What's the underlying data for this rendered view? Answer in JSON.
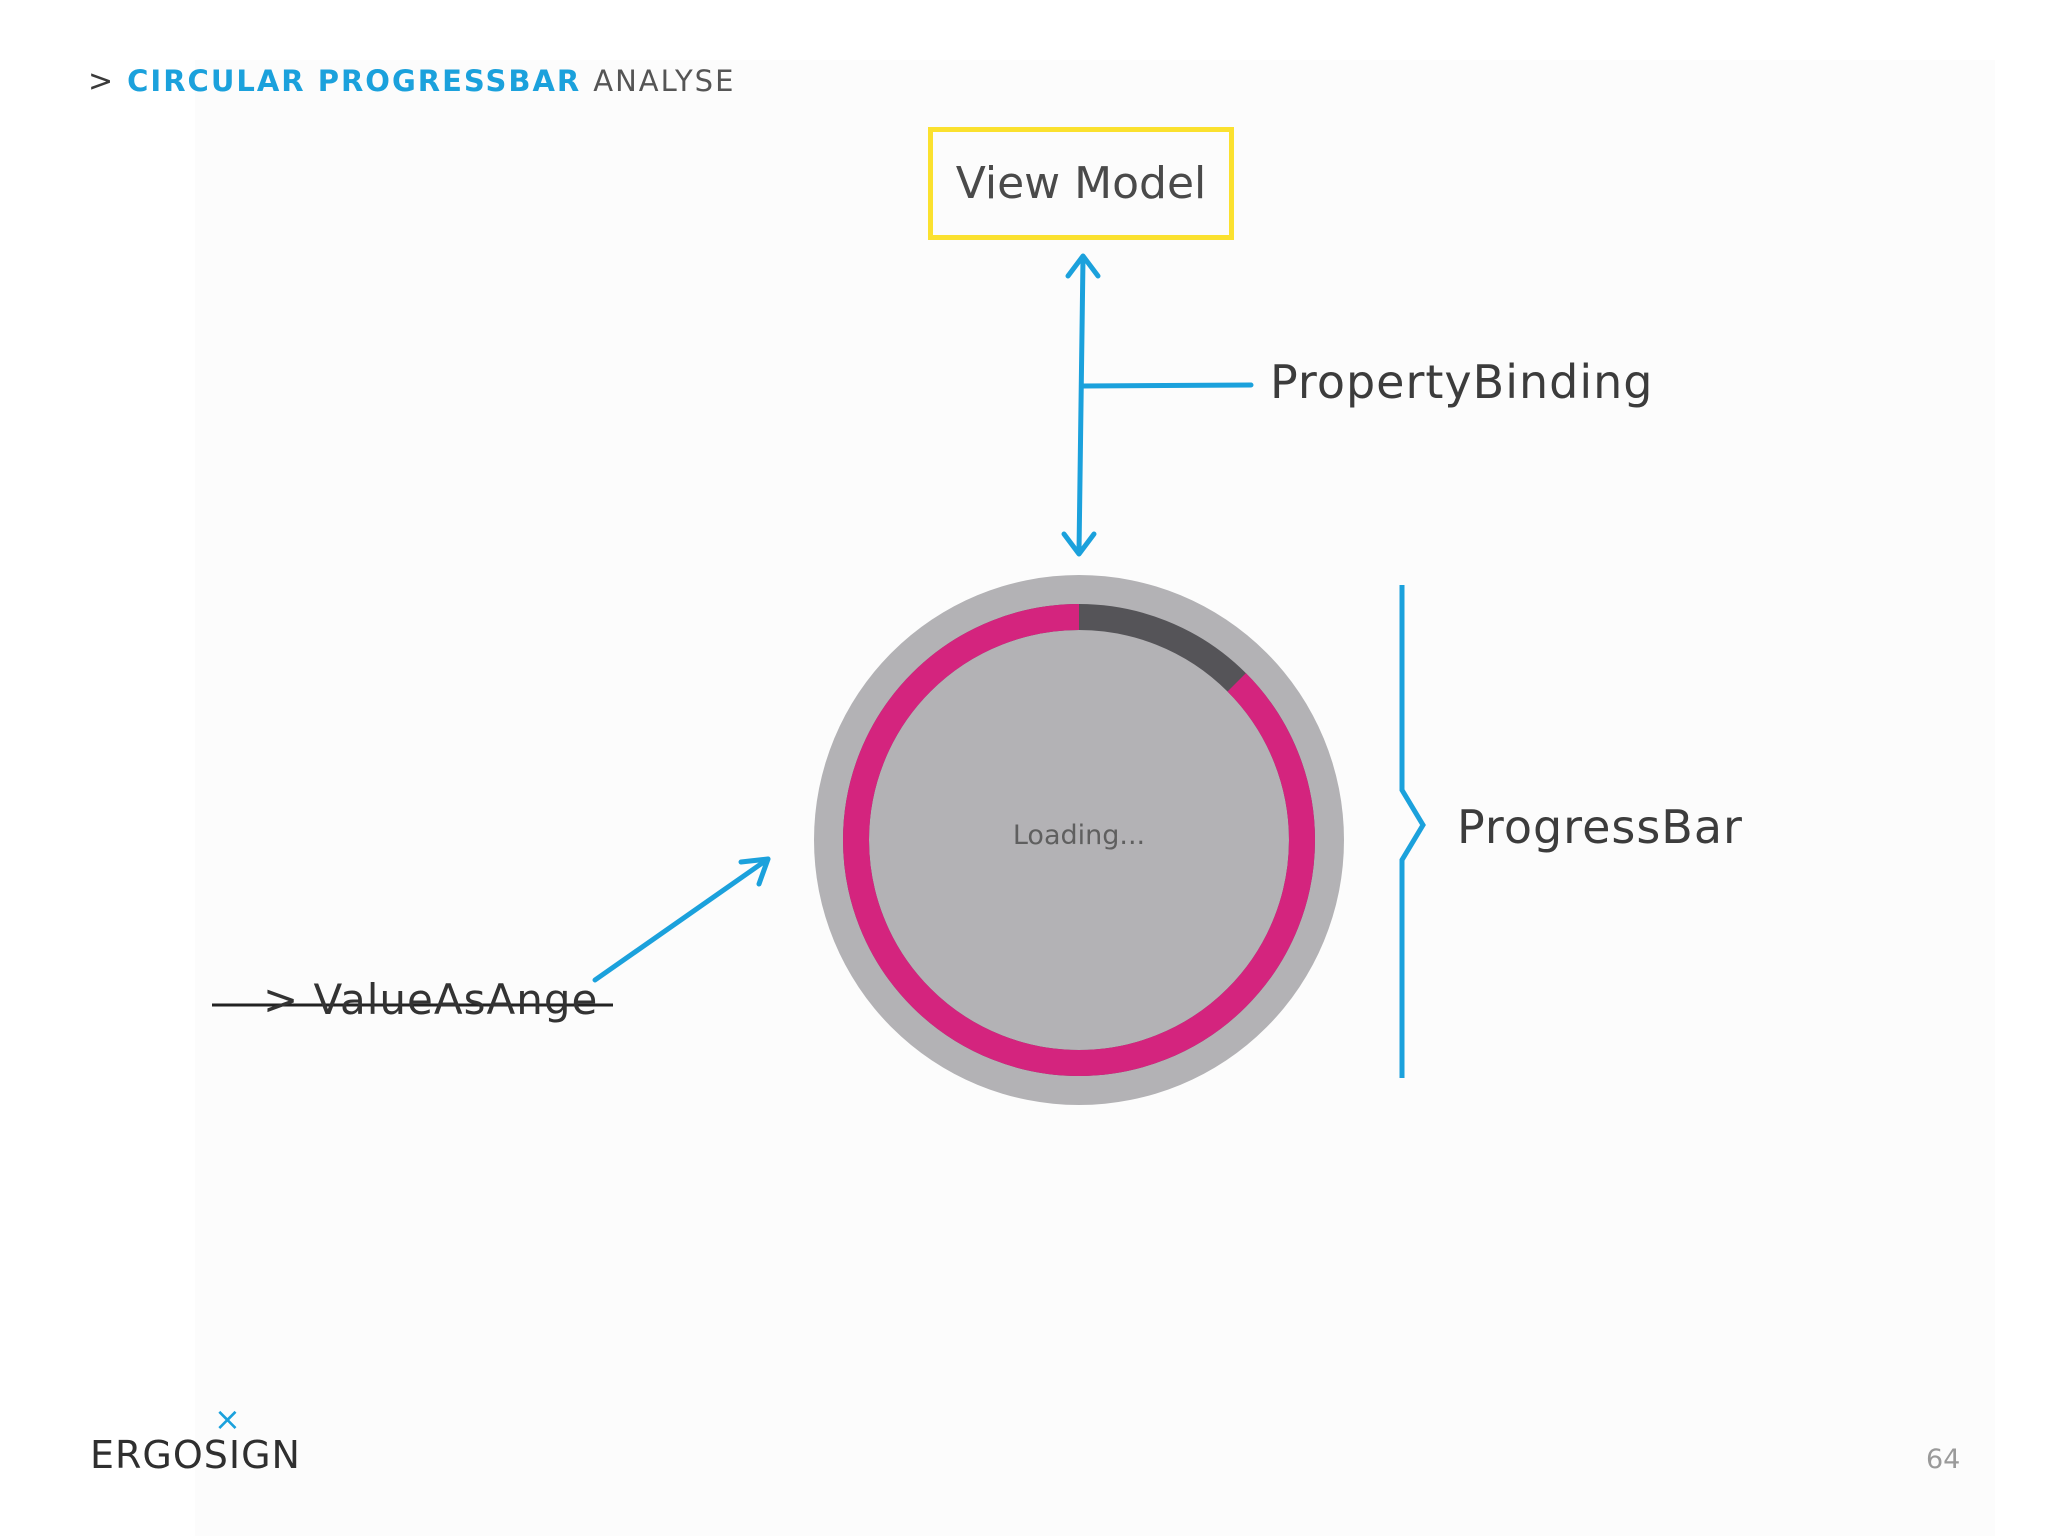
{
  "header": {
    "chevron": ">",
    "title_strong": "CIRCULAR PROGRESSBAR",
    "title_light": "ANALYSE"
  },
  "diagram": {
    "view_model_label": "View Model",
    "property_binding_label": "PropertyBinding",
    "progressbar_label": "ProgressBar",
    "value_label": "> ValueAsAnge",
    "loading_text": "Loading...",
    "progress_fraction": 0.875
  },
  "colors": {
    "accent_blue": "#1ba1dc",
    "highlight_yellow": "#fbe12f",
    "progress_magenta": "#d4247e",
    "track_dark": "#555458",
    "control_gray": "#b3b2b5"
  },
  "footer": {
    "logo_mark": "×",
    "logo_text": "ERGOSIGN",
    "page_number": "64"
  }
}
